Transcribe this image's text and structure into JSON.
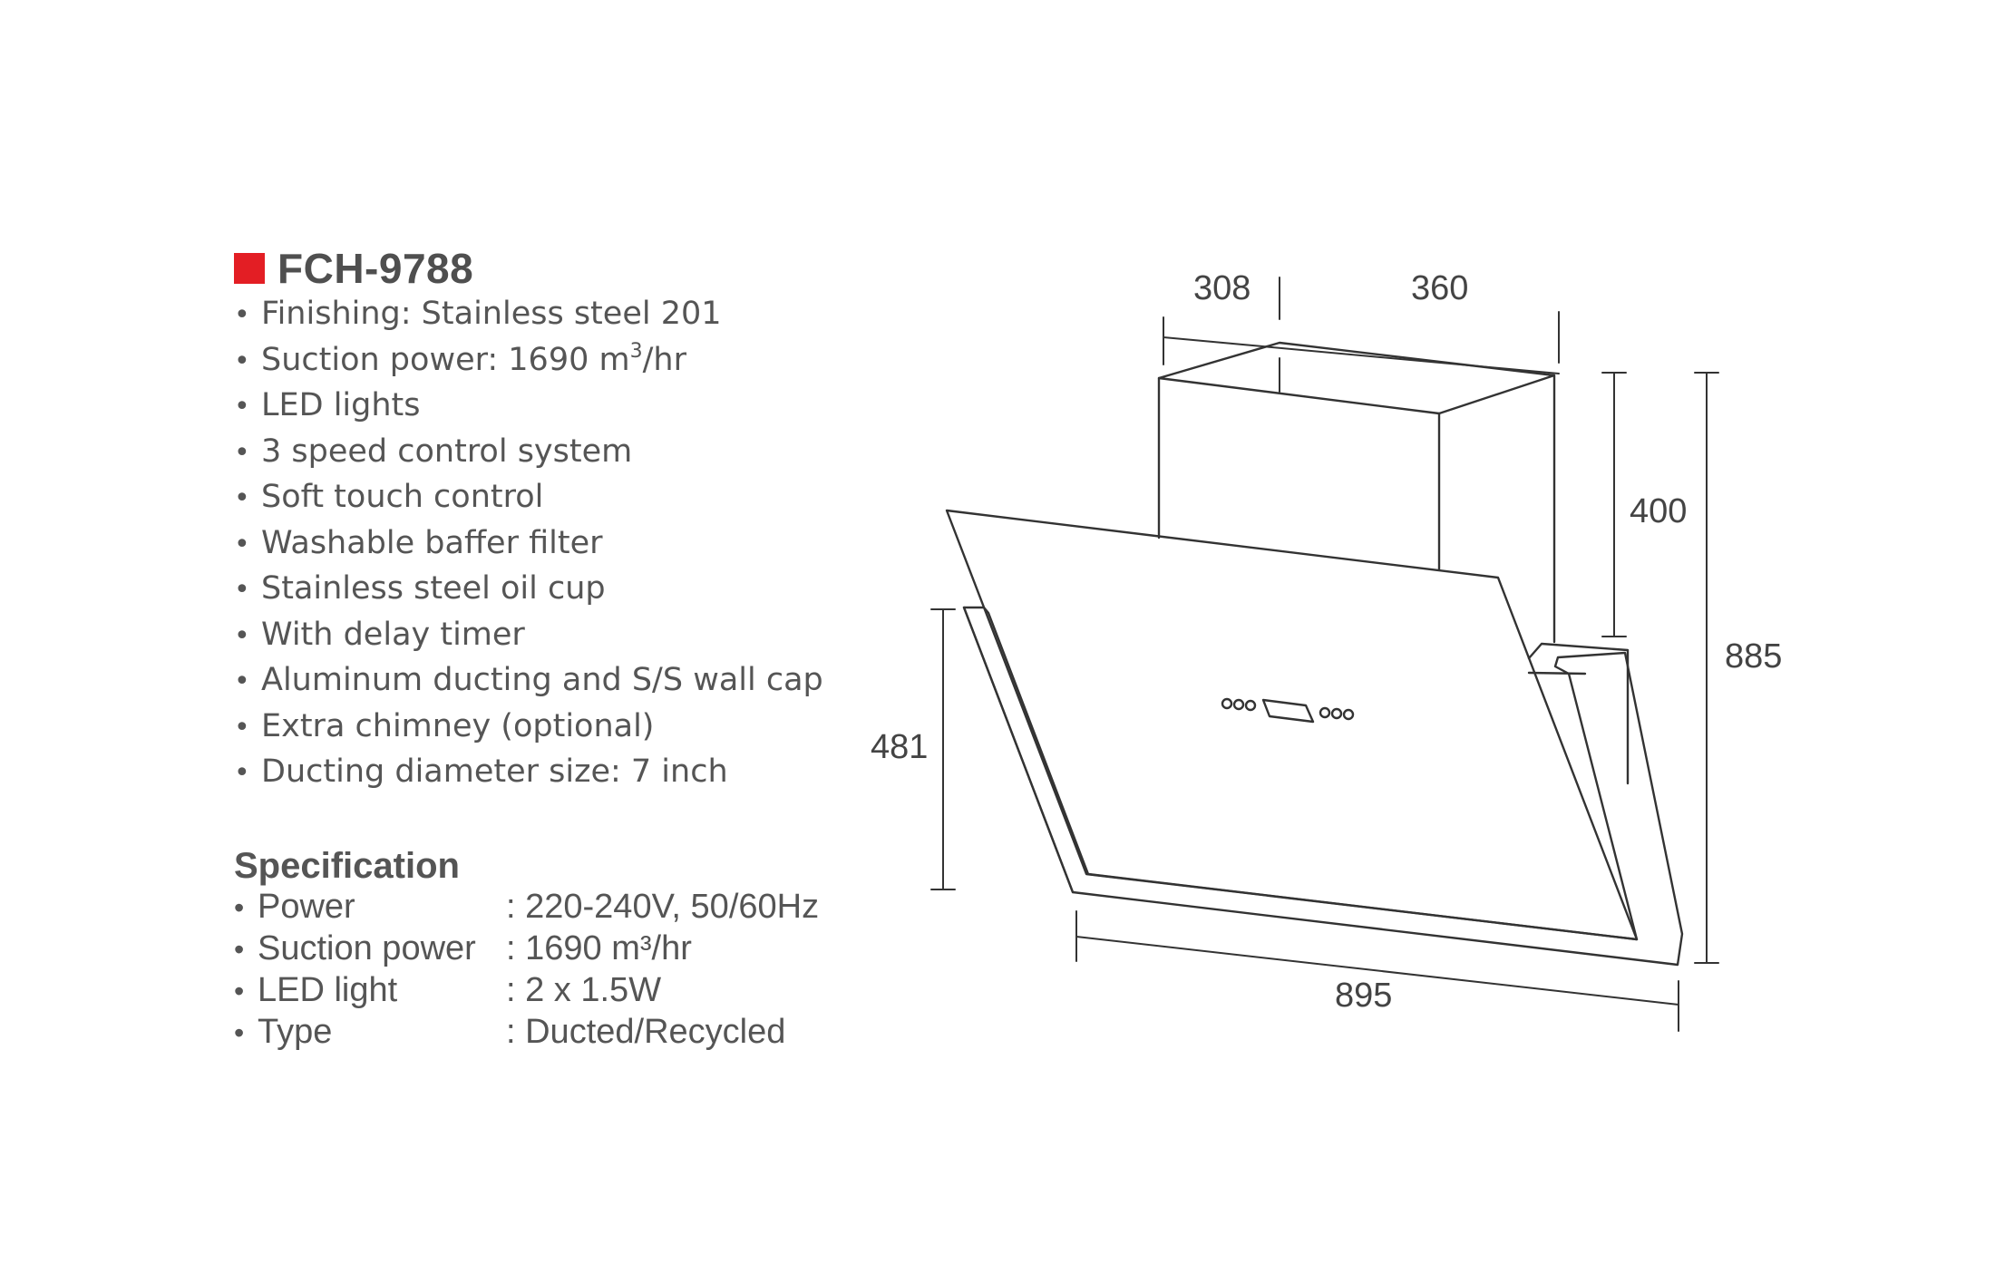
{
  "product": {
    "model": "FCH-9788",
    "accent_color": "#e31e24"
  },
  "features": [
    {
      "text": "Finishing: Stainless steel 201"
    },
    {
      "text": "Suction power: 1690 m",
      "sup": "3",
      "tail": "/hr"
    },
    {
      "text": "LED lights"
    },
    {
      "text": "3 speed control system"
    },
    {
      "text": "Soft touch control"
    },
    {
      "text": "Washable baffer filter"
    },
    {
      "text": "Stainless steel oil cup"
    },
    {
      "text": "With delay timer"
    },
    {
      "text": "Aluminum ducting and S/S wall cap"
    },
    {
      "text": "Extra chimney (optional)"
    },
    {
      "text": "Ducting diameter size: 7 inch"
    }
  ],
  "specification": {
    "heading": "Specification",
    "rows": [
      {
        "label": "Power",
        "value": ": 220-240V, 50/60Hz"
      },
      {
        "label": "Suction power",
        "value": ": 1690 m³/hr"
      },
      {
        "label": "LED light",
        "value": ": 2 x 1.5W"
      },
      {
        "label": "Type",
        "value": ": Ducted/Recycled"
      }
    ]
  },
  "dimensions": {
    "depth_top": "308",
    "width_top": "360",
    "chimney_height": "400",
    "total_height": "885",
    "hood_height": "481",
    "hood_width": "895"
  },
  "bullet": "•"
}
